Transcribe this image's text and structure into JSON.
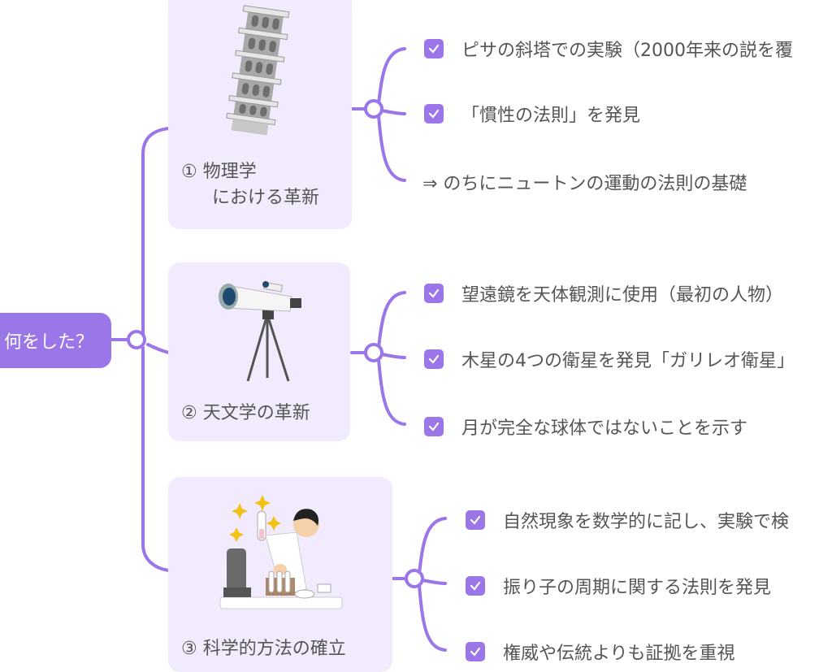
{
  "root": {
    "label": "何をした？"
  },
  "colors": {
    "accent": "#9b76e8",
    "card_bg": "#f2ebfd",
    "text": "#555555"
  },
  "branches": [
    {
      "label_line1": "① 物理学",
      "label_line2": "における革新",
      "illustration": "leaning-tower-of-pisa",
      "items": [
        {
          "text": "ピサの斜塔での実験（2000年来の説を覆",
          "checked": true
        },
        {
          "text": "「慣性の法則」を発見",
          "checked": true
        },
        {
          "text": "⇒ のちにニュートンの運動の法則の基礎",
          "checked": false
        }
      ]
    },
    {
      "label_line1": "② 天文学の革新",
      "illustration": "telescope",
      "items": [
        {
          "text": "望遠鏡を天体観測に使用（最初の人物）",
          "checked": true
        },
        {
          "text": "木星の4つの衛星を発見「ガリレオ衛星」",
          "checked": true
        },
        {
          "text": "月が完全な球体ではないことを示す",
          "checked": true
        }
      ]
    },
    {
      "label_line1": "③ 科学的方法の確立",
      "illustration": "scientist-lab",
      "items": [
        {
          "text": "自然現象を数学的に記し、実験で検",
          "checked": true
        },
        {
          "text": "振り子の周期に関する法則を発見",
          "checked": true
        },
        {
          "text": "権威や伝統よりも証拠を重視",
          "checked": true
        }
      ]
    }
  ]
}
